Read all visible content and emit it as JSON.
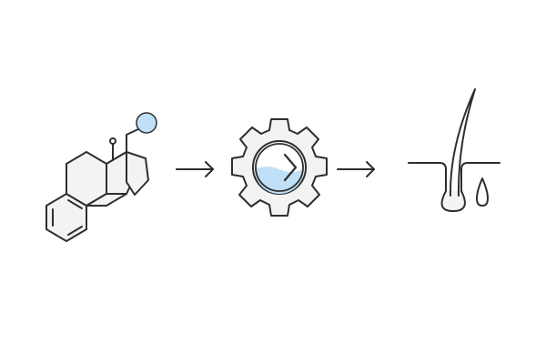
{
  "diagram": {
    "stages": [
      {
        "name": "steroid-molecule",
        "icon": "molecule-icon"
      },
      {
        "name": "metabolic-process",
        "icon": "gear-icon"
      },
      {
        "name": "hair-follicle",
        "icon": "hair-follicle-icon"
      }
    ],
    "arrows": [
      "arrow-right-icon",
      "arrow-right-icon"
    ],
    "colors": {
      "stroke": "#2e2e2e",
      "shape_fill": "#f3f3f3",
      "accent_fill": "#bfe0f7",
      "accent_stroke": "#2e2e2e",
      "background": "#ffffff"
    }
  }
}
